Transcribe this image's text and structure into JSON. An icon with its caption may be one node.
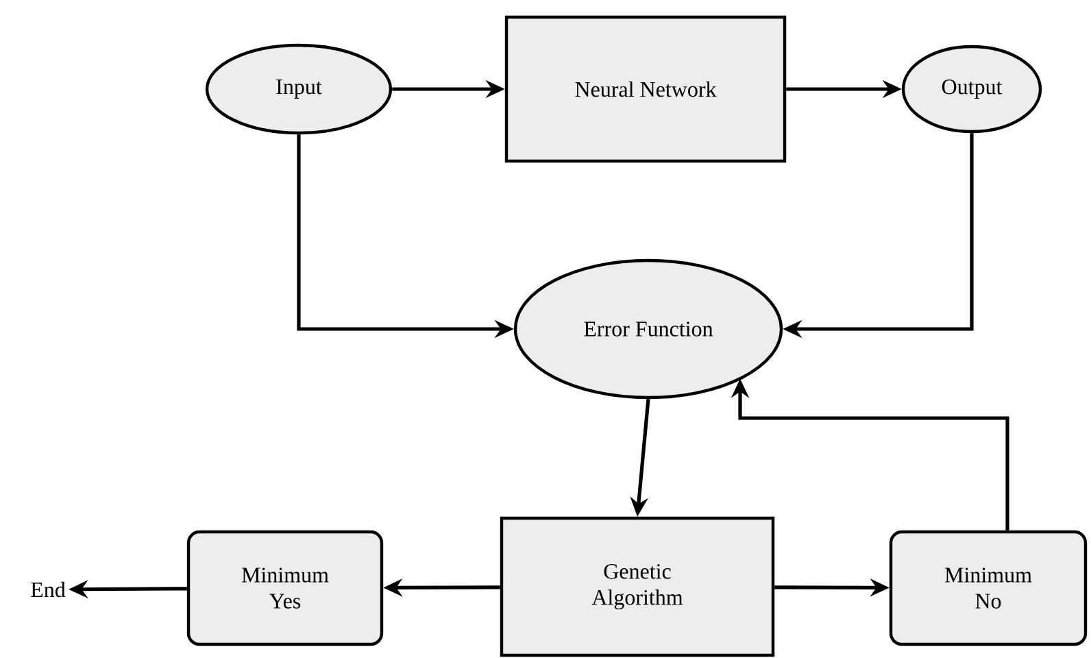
{
  "diagram": {
    "nodes": [
      {
        "text": [
          "Input"
        ]
      },
      {
        "text": [
          "Neural Network"
        ]
      },
      {
        "text": [
          "Output"
        ]
      },
      {
        "text": [
          "Error Function"
        ]
      },
      {
        "text": [
          "Genetic Algorithm"
        ]
      },
      {
        "text": [
          "Minimum Yes"
        ]
      },
      {
        "text": [
          "Minimum No"
        ]
      },
      {
        "text": [
          "End"
        ]
      }
    ],
    "edges": [
      {
        "from": 0,
        "to": 1,
        "arrow": "to"
      },
      {
        "from": 1,
        "to": 2,
        "arrow": "to"
      },
      {
        "from": 0,
        "to": 3,
        "arrow": "to"
      },
      {
        "from": 2,
        "to": 3,
        "arrow": "to"
      },
      {
        "from": 3,
        "to": 4,
        "arrow": "to"
      },
      {
        "from": 4,
        "to": 5,
        "arrow": "to"
      },
      {
        "from": 4,
        "to": 6,
        "arrow": "to"
      },
      {
        "from": 6,
        "to": 3,
        "arrow": "to"
      },
      {
        "from": 5,
        "to": 7,
        "arrow": "to"
      }
    ]
  }
}
